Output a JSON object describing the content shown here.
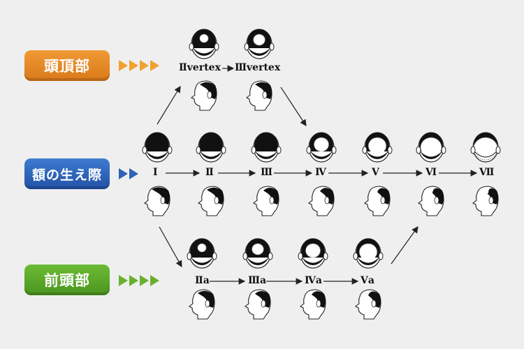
{
  "categories": {
    "vertex": {
      "label": "頭頂部",
      "color": "#e08a1c",
      "arrow_color": "#f0a030",
      "arrow_count": 4
    },
    "hairline": {
      "label": "額の生え際",
      "color": "#2d63b8",
      "arrow_color": "#2d63b8",
      "arrow_count": 2
    },
    "frontal": {
      "label": "前頭部",
      "color": "#5aa624",
      "arrow_color": "#6ab02e",
      "arrow_count": 4
    }
  },
  "stages": {
    "vertex": [
      "Ⅱvertex",
      "Ⅲvertex"
    ],
    "main": [
      "Ⅰ",
      "Ⅱ",
      "Ⅲ",
      "Ⅳ",
      "Ⅴ",
      "Ⅵ",
      "Ⅶ"
    ],
    "frontal": [
      "Ⅱa",
      "Ⅲa",
      "Ⅳa",
      "Ⅴa"
    ]
  }
}
